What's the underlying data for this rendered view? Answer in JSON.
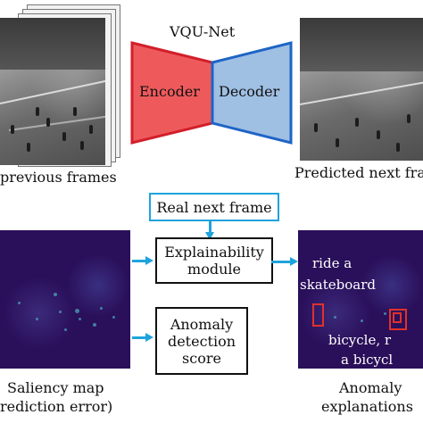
{
  "network": {
    "title": "VQU-Net",
    "encoder": "Encoder",
    "decoder": "Decoder",
    "encoder_color": "#ee5a5c",
    "decoder_color": "#9fbfe3"
  },
  "captions": {
    "previous_frames": "previous frames",
    "predicted_next": "Predicted next fra",
    "saliency_line1": "Saliency map",
    "saliency_line2": "rediction error)",
    "anomaly_line1": "Anomaly",
    "anomaly_line2": "explanations"
  },
  "boxes": {
    "real_next_frame": "Real next frame",
    "explainability_line1": "Explainability",
    "explainability_line2": "module",
    "anomaly_score_line1": "Anomaly",
    "anomaly_score_line2": "detection",
    "anomaly_score_line3": "score"
  },
  "annotations": {
    "skate_line1": "ride a",
    "skate_line2": "skateboard",
    "bicycle_line1": "bicycle, r",
    "bicycle_line2": "a bicycl"
  },
  "colors": {
    "arrow": "#1fa3dc",
    "real_frame_border": "#1fa3dc",
    "saliency_bg": "#2a0f5a",
    "highlight": "#e0322a"
  }
}
